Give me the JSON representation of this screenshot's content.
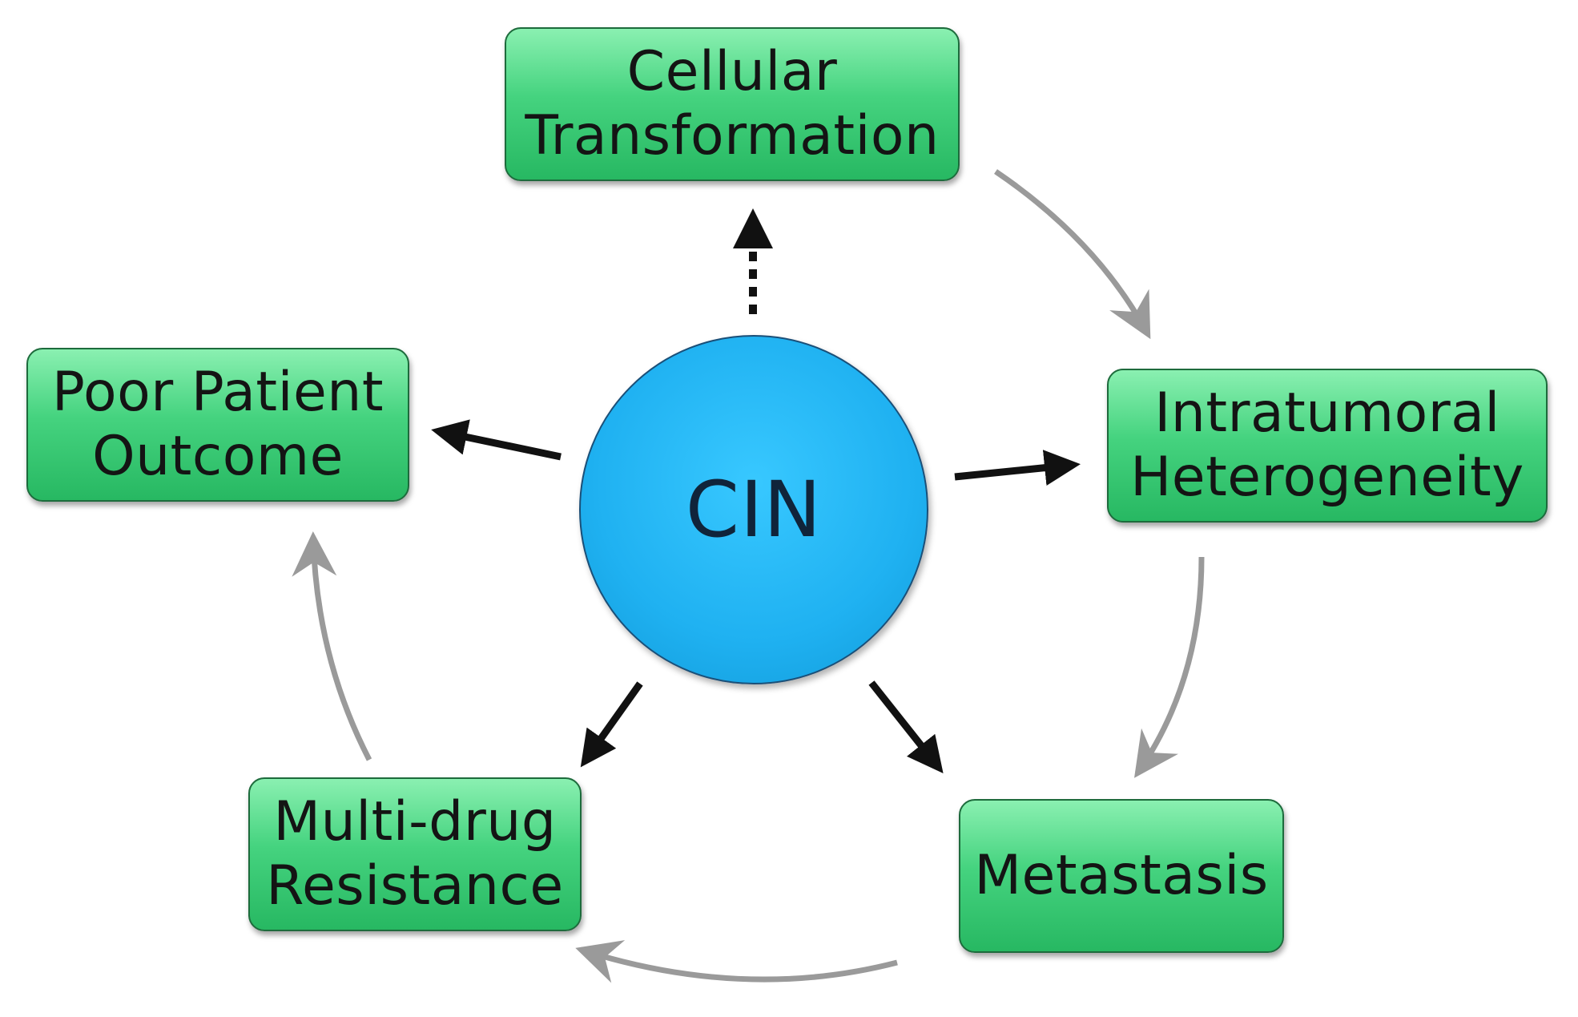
{
  "center": {
    "label": "CIN",
    "color": "#1fb1f1"
  },
  "nodes": {
    "cellular_transformation": {
      "line1": "Cellular",
      "line2": "Transformation"
    },
    "poor_patient_outcome": {
      "line1": "Poor Patient",
      "line2": "Outcome"
    },
    "intratumoral_heterogeneity": {
      "line1": "Intratumoral",
      "line2": "Heterogeneity"
    },
    "multidrug_resistance": {
      "line1": "Multi-drug",
      "line2": "Resistance"
    },
    "metastasis": {
      "line1": "Metastasis"
    }
  },
  "colors": {
    "node_fill": "#45d37f",
    "node_border": "#1d6b3c",
    "direct_arrow": "#111111",
    "cycle_arrow": "#9a9a9a"
  },
  "edges": {
    "direct": [
      {
        "from": "CIN",
        "to": "Cellular Transformation",
        "style": "dotted"
      },
      {
        "from": "CIN",
        "to": "Poor Patient Outcome",
        "style": "solid"
      },
      {
        "from": "CIN",
        "to": "Intratumoral Heterogeneity",
        "style": "solid"
      },
      {
        "from": "CIN",
        "to": "Multi-drug Resistance",
        "style": "solid"
      },
      {
        "from": "CIN",
        "to": "Metastasis",
        "style": "solid"
      }
    ],
    "cycle": [
      {
        "from": "Cellular Transformation",
        "to": "Intratumoral Heterogeneity"
      },
      {
        "from": "Intratumoral Heterogeneity",
        "to": "Metastasis"
      },
      {
        "from": "Metastasis",
        "to": "Multi-drug Resistance"
      },
      {
        "from": "Multi-drug Resistance",
        "to": "Poor Patient Outcome"
      }
    ]
  }
}
